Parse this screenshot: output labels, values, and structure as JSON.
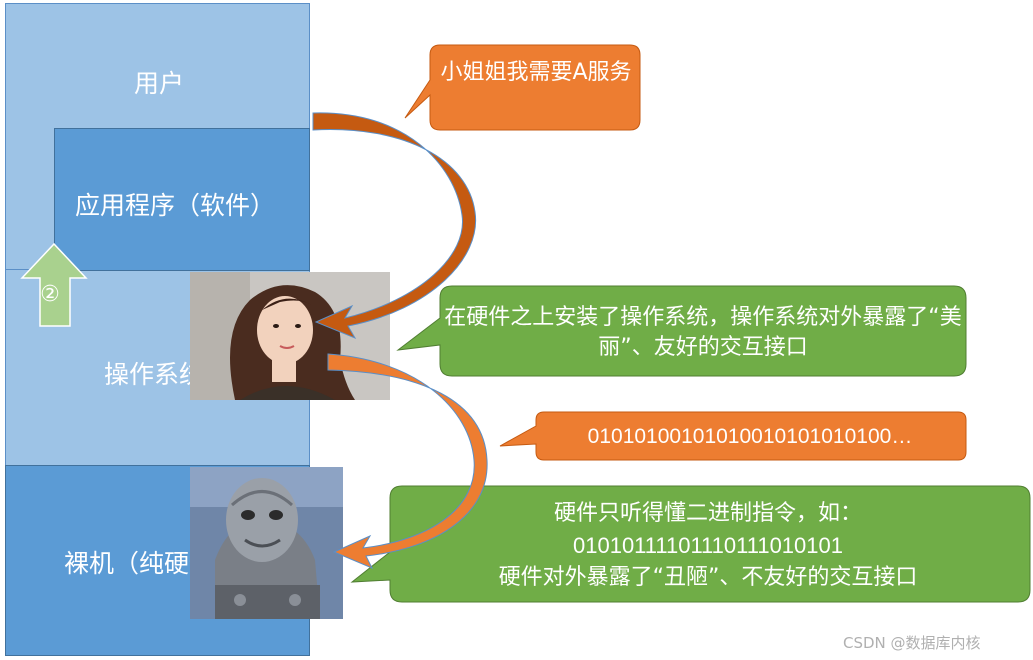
{
  "layers": {
    "user": "用户",
    "application": "应用程序（软件）",
    "os": "操作系统",
    "hardware": "裸机（纯硬件）"
  },
  "step_marker": "②",
  "bubbles": {
    "request": "小姐姐我需要A服务",
    "os_interface": "在硬件之上安装了操作系统，操作系统对外暴露了“美丽”、友好的交互接口",
    "binary": "01010100101010010101010100…",
    "hardware_line1": "硬件只听得懂二进制指令，如：",
    "hardware_line2": "01010111101110111010101",
    "hardware_line3": "硬件对外暴露了“丑陋”、不友好的交互接口"
  },
  "colors": {
    "layer_light": "#9dc3e6",
    "layer_dark": "#5b9bd5",
    "bubble_orange": "#ed7d31",
    "bubble_green": "#70ad47",
    "arrow_up": "#a9d18e",
    "curve_arrow": "#c55a11"
  },
  "watermark": "CSDN @数据库内核"
}
